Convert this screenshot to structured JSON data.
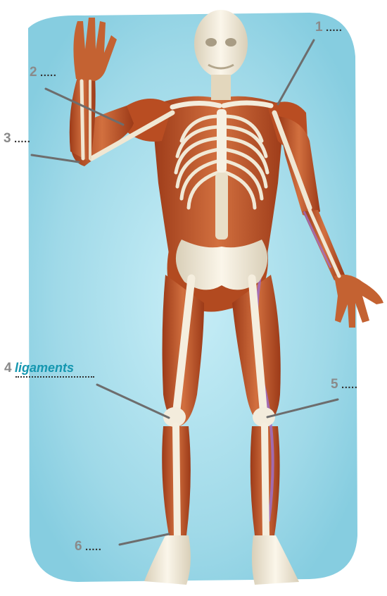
{
  "labels": [
    {
      "id": "1",
      "number": "1",
      "text": "....."
    },
    {
      "id": "2",
      "number": "2",
      "text": "....."
    },
    {
      "id": "3",
      "number": "3",
      "text": "....."
    },
    {
      "id": "4",
      "number": "4",
      "text": "ligaments"
    },
    {
      "id": "5",
      "number": "5",
      "text": "....."
    },
    {
      "id": "6",
      "number": "6",
      "text": "....."
    }
  ],
  "colors": {
    "background_blue": "#9fd9e8",
    "muscle": "#c0562b",
    "muscle_dark": "#8e3617",
    "bone": "#efe7d4",
    "answer_text": "#1597b0",
    "number_text": "#8a8a8a",
    "leader_line": "#6d6d6d"
  }
}
